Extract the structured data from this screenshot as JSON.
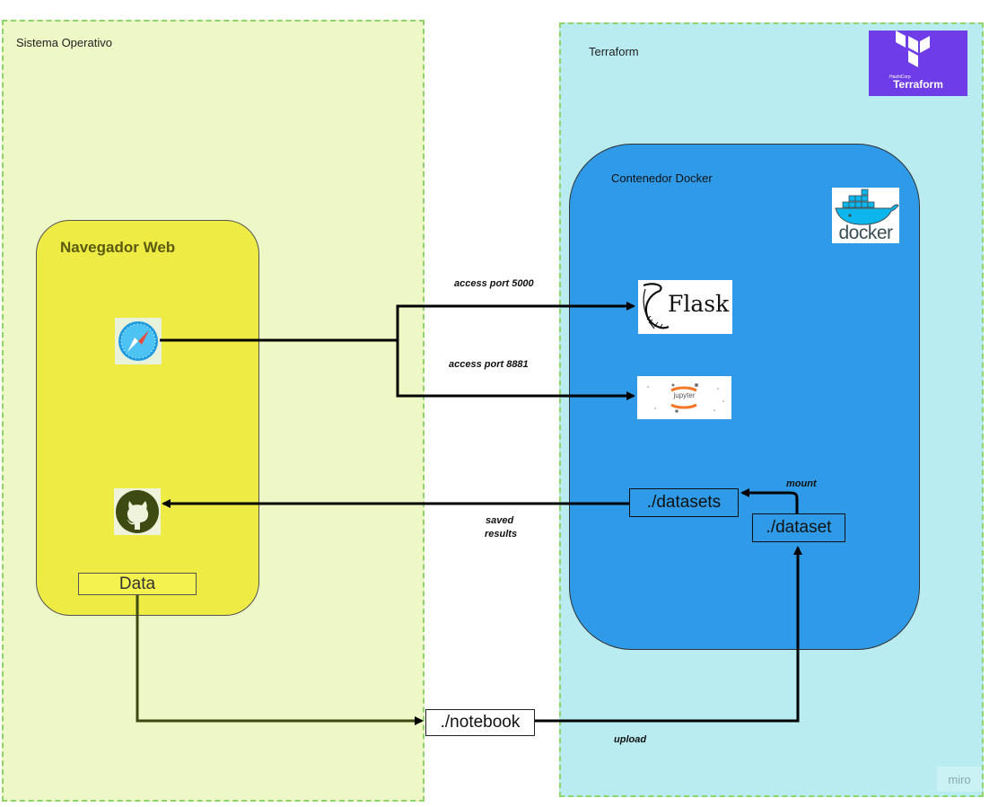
{
  "zones": {
    "os_label": "Sistema Operativo",
    "terraform_label": "Terraform"
  },
  "browser": {
    "title": "Navegador Web",
    "data_label": "Data"
  },
  "docker": {
    "title": "Contenedor Docker",
    "datasets_label": "./datasets",
    "dataset_label": "./dataset"
  },
  "notebook_label": "./notebook",
  "edges": {
    "port5000": "access port 5000",
    "port8881": "access port 8881",
    "mount": "mount",
    "saved_line1": "saved",
    "saved_line2": "results",
    "upload": "upload"
  },
  "logos": {
    "terraform_small": "HashiCorp",
    "terraform_name": "Terraform",
    "docker_name": "docker",
    "flask_name": "Flask",
    "jupyter_name": "jupyter"
  },
  "watermark": "miro",
  "colors": {
    "os_zone": "#eef7c6",
    "terraform_zone": "#b8ecf0",
    "browser": "#eeec44",
    "docker": "#2f9be8",
    "terraform_brand": "#6e3de8"
  }
}
